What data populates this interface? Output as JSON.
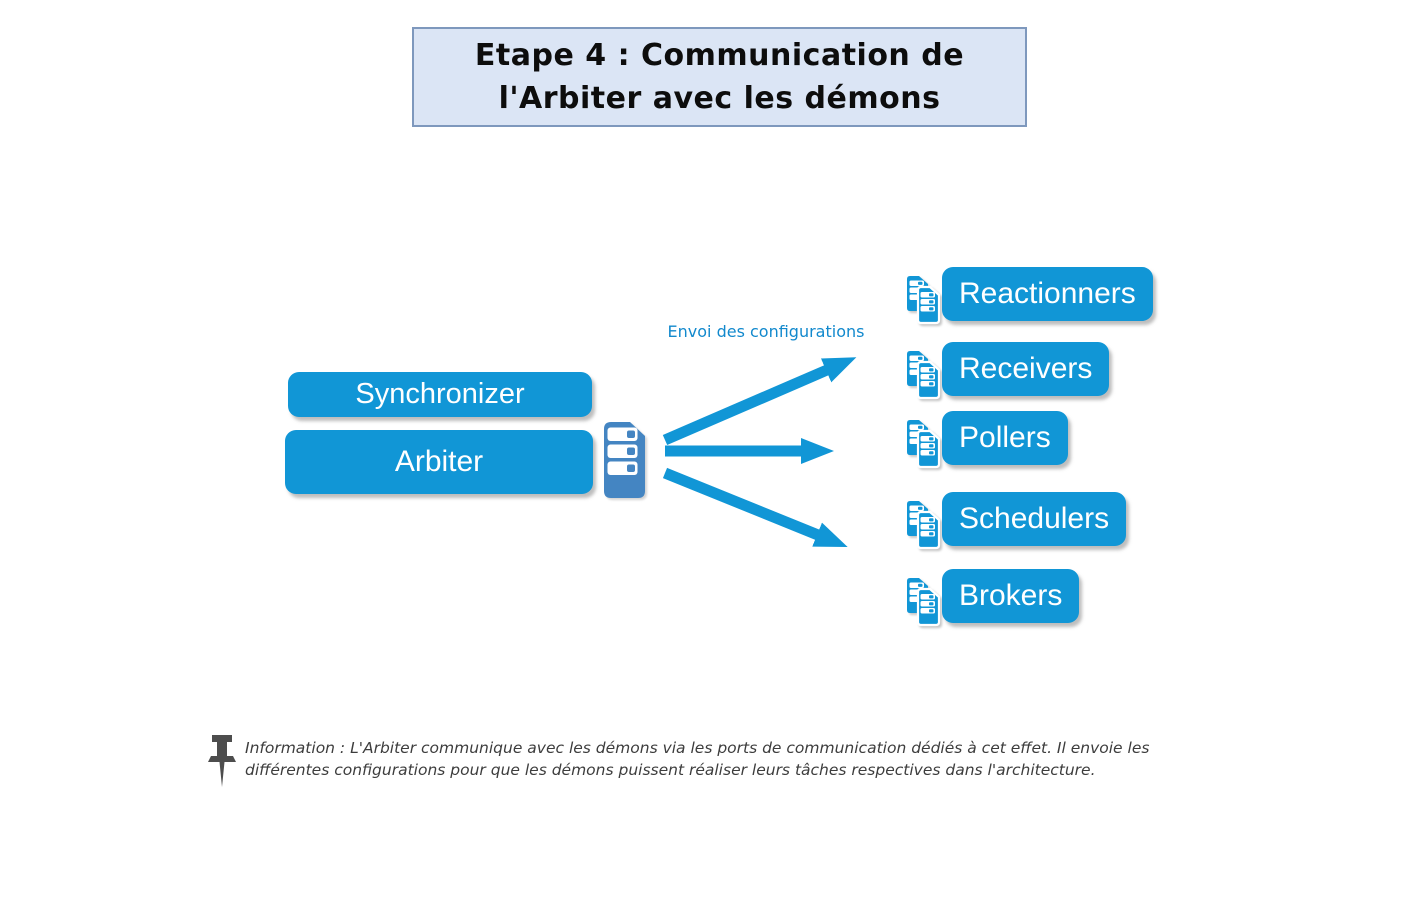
{
  "colors": {
    "accent": "#1196d6",
    "server_blue": "#4485c2",
    "title_bg": "#dbe5f5",
    "title_border": "#7e98bd",
    "label_blue": "#1289cd",
    "note_text": "#3d3d3d",
    "pin": "#4d4d4d",
    "title_text": "#0d0d0d"
  },
  "title": {
    "line1": "Etape 4 : Communication de",
    "line2": "l'Arbiter avec les démons"
  },
  "arrow_label": "Envoi des configurations",
  "sources": [
    {
      "id": "synchronizer",
      "label": "Synchronizer"
    },
    {
      "id": "arbiter",
      "label": "Arbiter"
    }
  ],
  "daemons": [
    {
      "id": "reactionners",
      "label": "Reactionners"
    },
    {
      "id": "receivers",
      "label": "Receivers"
    },
    {
      "id": "pollers",
      "label": "Pollers"
    },
    {
      "id": "schedulers",
      "label": "Schedulers"
    },
    {
      "id": "brokers",
      "label": "Brokers"
    }
  ],
  "note": {
    "line1": "Information : L'Arbiter communique avec les démons via les ports de communication dédiés à cet effet. Il envoie les",
    "line2": "différentes configurations pour que les démons puissent réaliser leurs tâches respectives dans l'architecture."
  }
}
